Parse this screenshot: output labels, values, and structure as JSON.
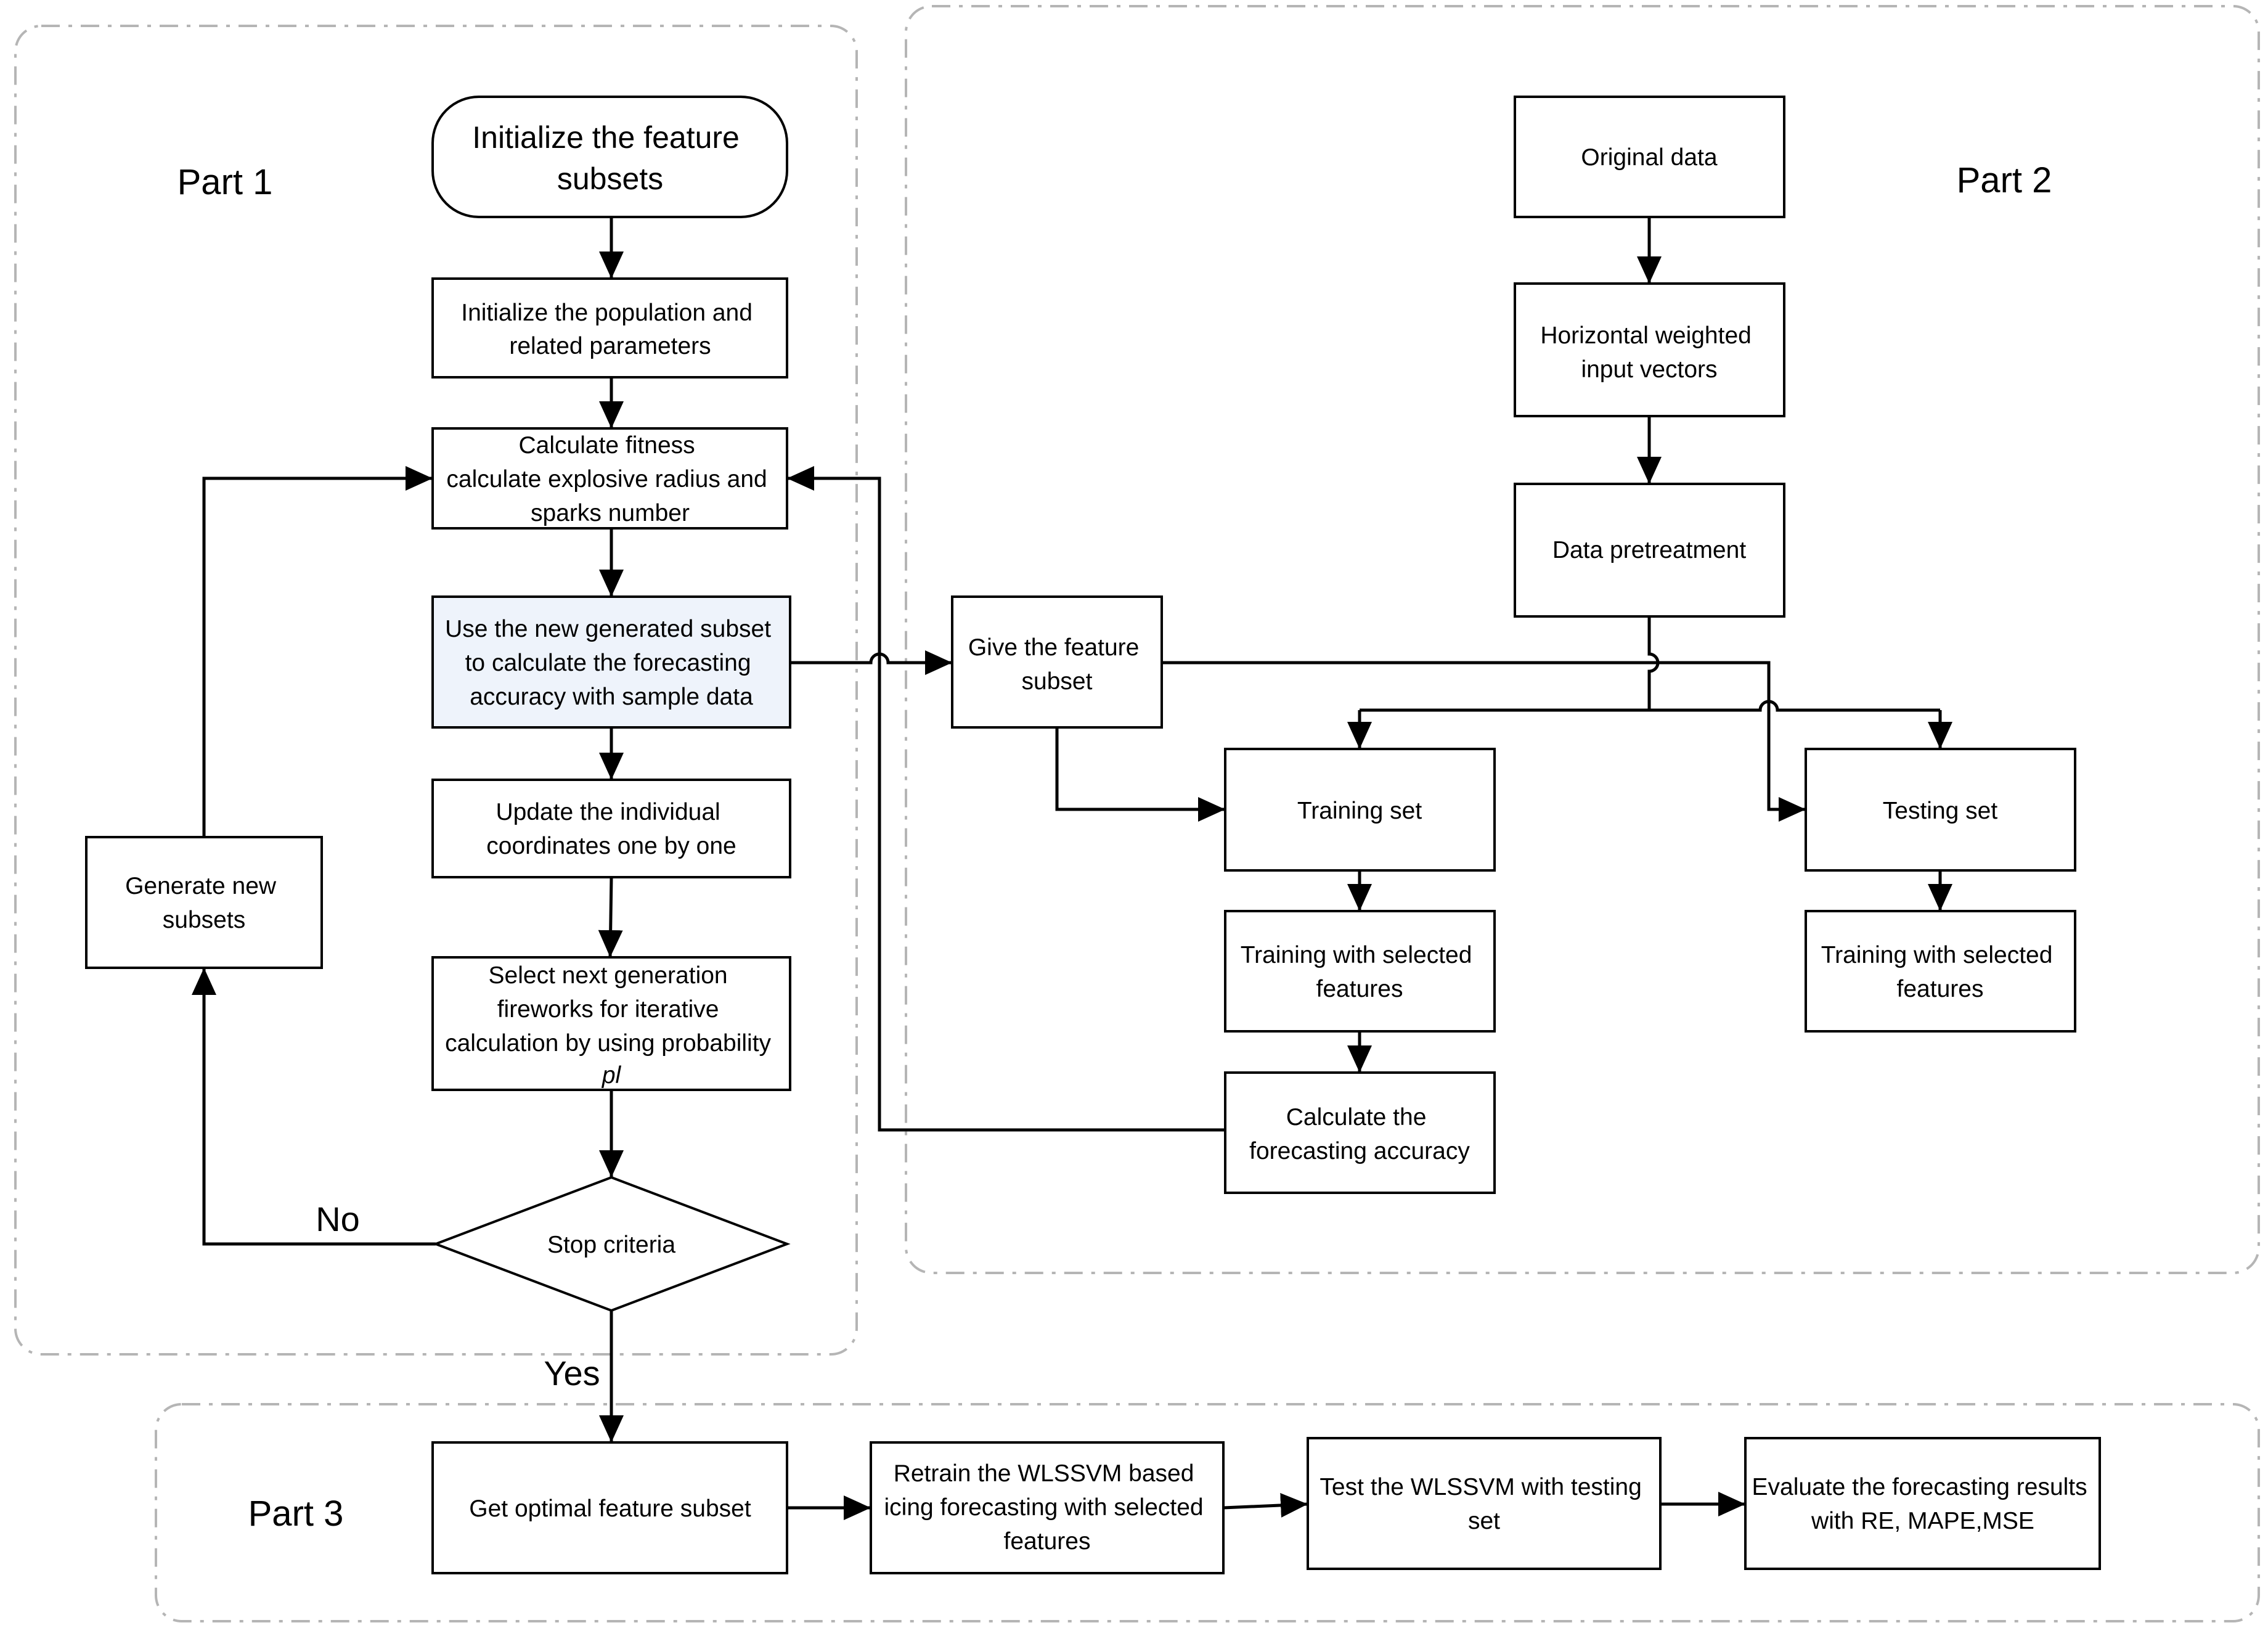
{
  "parts": {
    "part1": "Part 1",
    "part2": "Part 2",
    "part3": "Part 3"
  },
  "part1": {
    "init_subsets": [
      "Initialize the feature",
      "subsets"
    ],
    "init_population": [
      "Initialize the population and",
      "related parameters"
    ],
    "calc_fitness": [
      "Calculate fitness",
      "calculate  explosive radius and",
      "sparks number"
    ],
    "use_subset": [
      "Use the new generated subset",
      "to calculate the forecasting",
      "accuracy with sample data"
    ],
    "update_coords": [
      "Update the individual",
      "coordinates one by one"
    ],
    "select_next": [
      "Select next generation",
      "fireworks for iterative",
      "calculation  by using probability"
    ],
    "select_next_symbol": "pl",
    "stop_criteria": "Stop criteria",
    "generate_new": [
      "Generate new",
      "subsets"
    ],
    "label_no": "No",
    "label_yes": "Yes"
  },
  "part2": {
    "original_data": "Original data",
    "horizontal_weighted": [
      "Horizontal weighted",
      "input vectors"
    ],
    "data_pretreatment": "Data pretreatment",
    "give_feature": [
      "Give the feature",
      "subset"
    ],
    "training_set": "Training set",
    "testing_set": "Testing set",
    "training_selected_1": [
      "Training with selected",
      "features"
    ],
    "training_selected_2": [
      "Training with selected",
      "features"
    ],
    "calc_accuracy": [
      "Calculate the",
      "forecasting accuracy"
    ]
  },
  "part3": {
    "optimal_subset": "Get optimal feature subset",
    "retrain": [
      "Retrain the WLSSVM based",
      "icing forecasting with selected",
      "features"
    ],
    "test": [
      "Test the WLSSVM with testing",
      "set"
    ],
    "evaluate": [
      "Evaluate the forecasting results",
      "with RE, MAPE,MSE"
    ]
  }
}
